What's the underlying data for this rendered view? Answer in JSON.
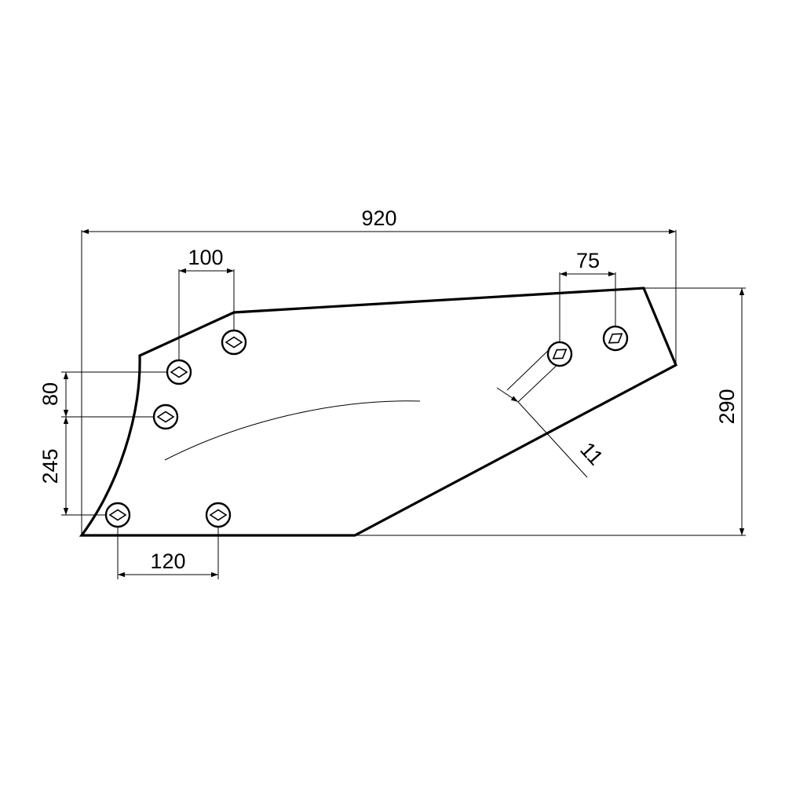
{
  "dimensions": {
    "overall_length": "920",
    "overall_height": "290",
    "top_left_hole_spacing": "100",
    "top_right_hole_spacing": "75",
    "left_upper_vertical_spacing": "80",
    "left_lower_vertical_spacing": "245",
    "bottom_hole_spacing": "120",
    "slot_width": "11"
  },
  "colors": {
    "line": "#000000",
    "background": "#ffffff"
  },
  "icons": {
    "bolt_hole": "countersunk-square-hole-icon"
  }
}
